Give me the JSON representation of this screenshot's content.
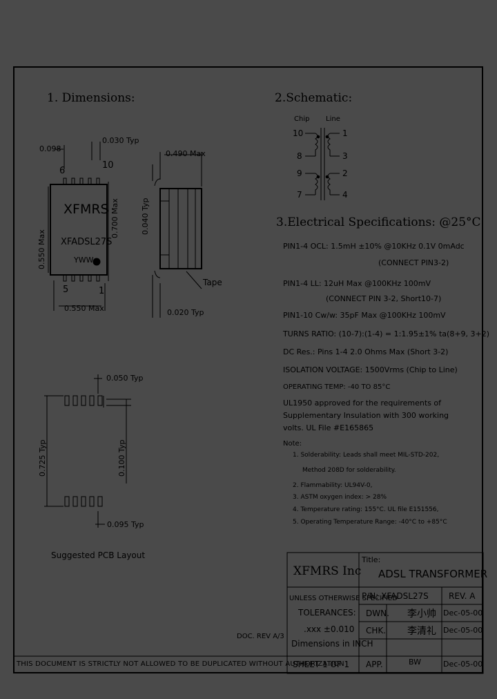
{
  "sections": {
    "dimensions": "1. Dimensions:",
    "schematic": "2.Schematic:",
    "electrical": "3.Electrical Specifications: @25°C"
  },
  "dimensions": {
    "d_0098": "0.098",
    "d_0030": "0.030 Typ",
    "d_0490": "0.490 Max",
    "pin6": "6",
    "pin10": "10",
    "pin5": "5",
    "pin1": "1",
    "chip_brand": "XFMRS",
    "chip_part": "XFADSL27S",
    "chip_date": "YWW",
    "d_0550_max_left": "0.550 Max",
    "d_0700_max": "0.700 Max",
    "d_0550_max_bottom": "0.550 Max",
    "d_0040": "0.040 Typ",
    "tape": "Tape",
    "d_0020": "0.020 Typ",
    "d_0050": "0.050 Typ",
    "d_0725": "0.725 Typ",
    "d_0100": "0.100 Typ",
    "d_0095": "0.095 Typ",
    "pcb_caption": "Suggested PCB Layout"
  },
  "schematic": {
    "chip_label": "Chip",
    "line_label": "Line",
    "left_pins": [
      "10",
      "8",
      "9",
      "7"
    ],
    "right_pins": [
      "1",
      "3",
      "2",
      "4"
    ]
  },
  "specs": [
    "PIN1-4 OCL: 1.5mH ±10% @10KHz 0.1V 0mAdc",
    "(CONNECT PIN3-2)",
    "PIN1-4 LL: 12uH Max @100KHz 100mV",
    "(CONNECT PIN 3-2, Short10-7)",
    "PIN1-10 Cw/w: 35pF Max @100KHz 100mV",
    "TURNS RATIO: (10-7):(1-4) = 1:1.95±1% ta(8+9, 3+2)",
    "DC Res.: Pins 1-4 2.0 Ohms Max (Short 3-2)",
    "ISOLATION VOLTAGE: 1500Vrms (Chip to Line)",
    "OPERATING TEMP: -40 TO 85°C",
    "UL1950 approved for the requirements of",
    "Supplementary Insulation with 300 working",
    "volts. UL File #E165865"
  ],
  "notes": {
    "title": "Note:",
    "items": [
      "1. Solderability: Leads shall meet MIL-STD-202,",
      "Method 208D for solderability.",
      "2. Flammability: UL94V-0,",
      "3. ASTM oxygen index: > 28%",
      "4. Temperature rating: 155°C. UL file E151556,",
      "5. Operating Temperature Range: -40°C to +85°C"
    ]
  },
  "doc_rev": "DOC. REV A/3",
  "title_block": {
    "company": "XFMRS Inc",
    "title_label": "Title:",
    "title": "ADSL TRANSFORMER",
    "unless": "UNLESS OTHERWISE SPECIFIED",
    "tolerances": "TOLERANCES:",
    "xxx": ".xxx ±0.010",
    "dims_in": "Dimensions in INCH",
    "pn": "P/N: XFADSL27S",
    "rev": "REV. A",
    "dwn": "DWN.",
    "dwn_sig": "李小帅",
    "dwn_date": "Dec-05-00",
    "chk": "CHK.",
    "chk_sig": "李清礼",
    "chk_date": "Dec-05-00",
    "sheet": "SHEET  1  OF  1",
    "app": "APP.",
    "app_sig": "BW",
    "app_date": "Dec-05-00"
  },
  "footer": "THIS DOCUMENT IS STRICTLY NOT ALLOWED TO BE DUPLICATED WITHOUT AUTHORIZATION"
}
